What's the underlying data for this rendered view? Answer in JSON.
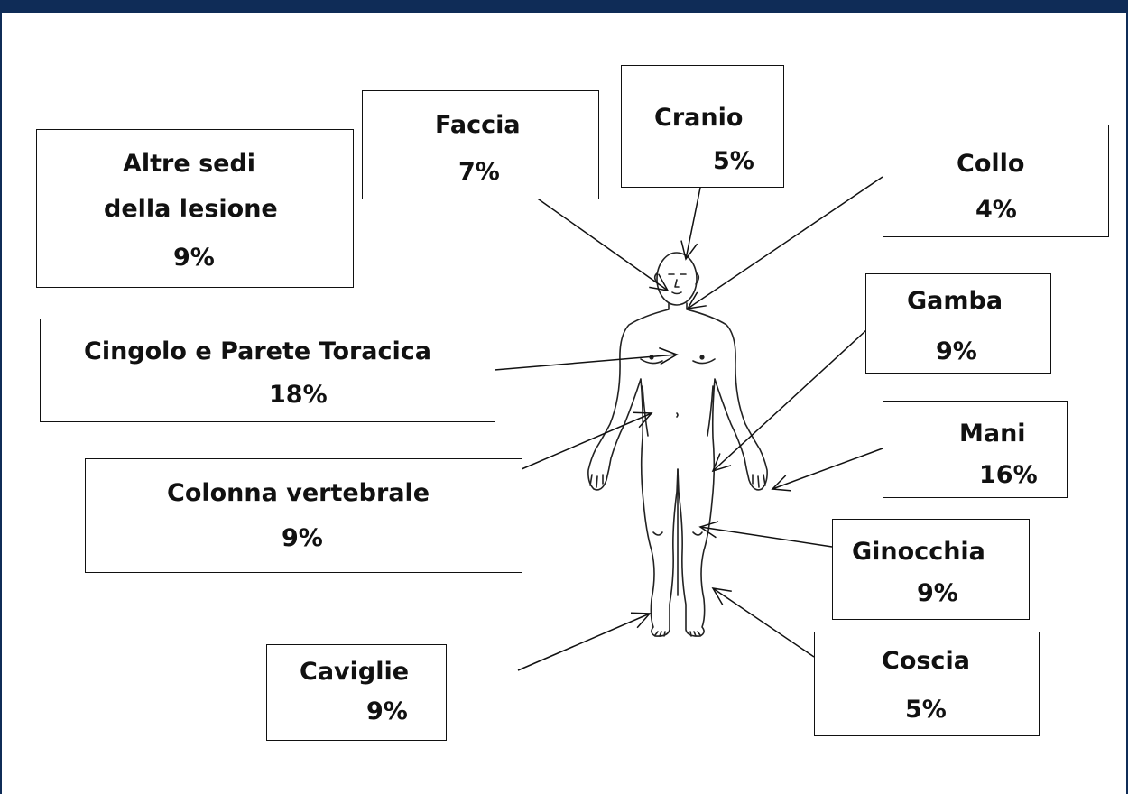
{
  "diagram": {
    "labels": {
      "altre": {
        "line1": "Altre sedi",
        "line2": "della lesione",
        "pct": "9%"
      },
      "faccia": {
        "name": "Faccia",
        "pct": "7%"
      },
      "cranio": {
        "name": "Cranio",
        "pct": "5%"
      },
      "collo": {
        "name": "Collo",
        "pct": "4%"
      },
      "cingolo": {
        "name": "Cingolo e Parete Toracica",
        "pct": "18%"
      },
      "gamba": {
        "name": "Gamba",
        "pct": "9%"
      },
      "mani": {
        "name": "Mani",
        "pct": "16%"
      },
      "colonna": {
        "name": "Colonna vertebrale",
        "pct": "9%"
      },
      "ginocchia": {
        "name": "Ginocchia",
        "pct": "9%"
      },
      "caviglie": {
        "name": "Caviglie",
        "pct": "9%"
      },
      "coscia": {
        "name": "Coscia",
        "pct": "5%"
      }
    },
    "colors": {
      "frame": "#0f2c57",
      "ink": "#111111",
      "background": "#ffffff"
    }
  }
}
